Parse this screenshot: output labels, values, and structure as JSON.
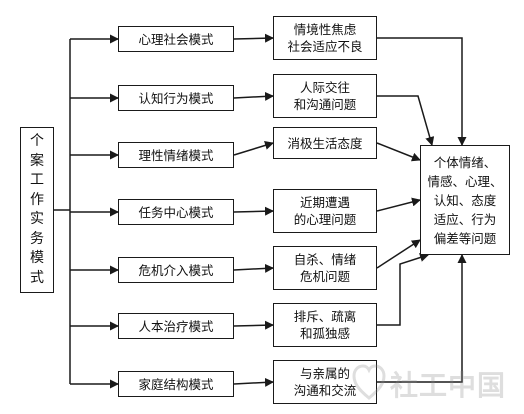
{
  "root": {
    "label": "个案工作实务模式"
  },
  "models": [
    {
      "label": "心理社会模式",
      "result": "情境性焦虑\n社会适应不良"
    },
    {
      "label": "认知行为模式",
      "result": "人际交往\n和沟通问题"
    },
    {
      "label": "理性情绪模式",
      "result": "消极生活态度"
    },
    {
      "label": "任务中心模式",
      "result": "近期遭遇\n的心理问题"
    },
    {
      "label": "危机介入模式",
      "result": "自杀、情绪\n危机问题"
    },
    {
      "label": "人本治疗模式",
      "result": "排斥、疏离\n和孤独感"
    },
    {
      "label": "家庭结构模式",
      "result": "与亲属的\n沟通和交流"
    }
  ],
  "outcome": {
    "label": "个体情绪、\n情感、心理、\n认知、态度\n适应、行为\n偏差等问题"
  },
  "watermark": {
    "text": "社工中国"
  },
  "colors": {
    "line": "#1a1a1a",
    "box_border": "#1a1a1a",
    "watermark": "#8a8a8a"
  }
}
